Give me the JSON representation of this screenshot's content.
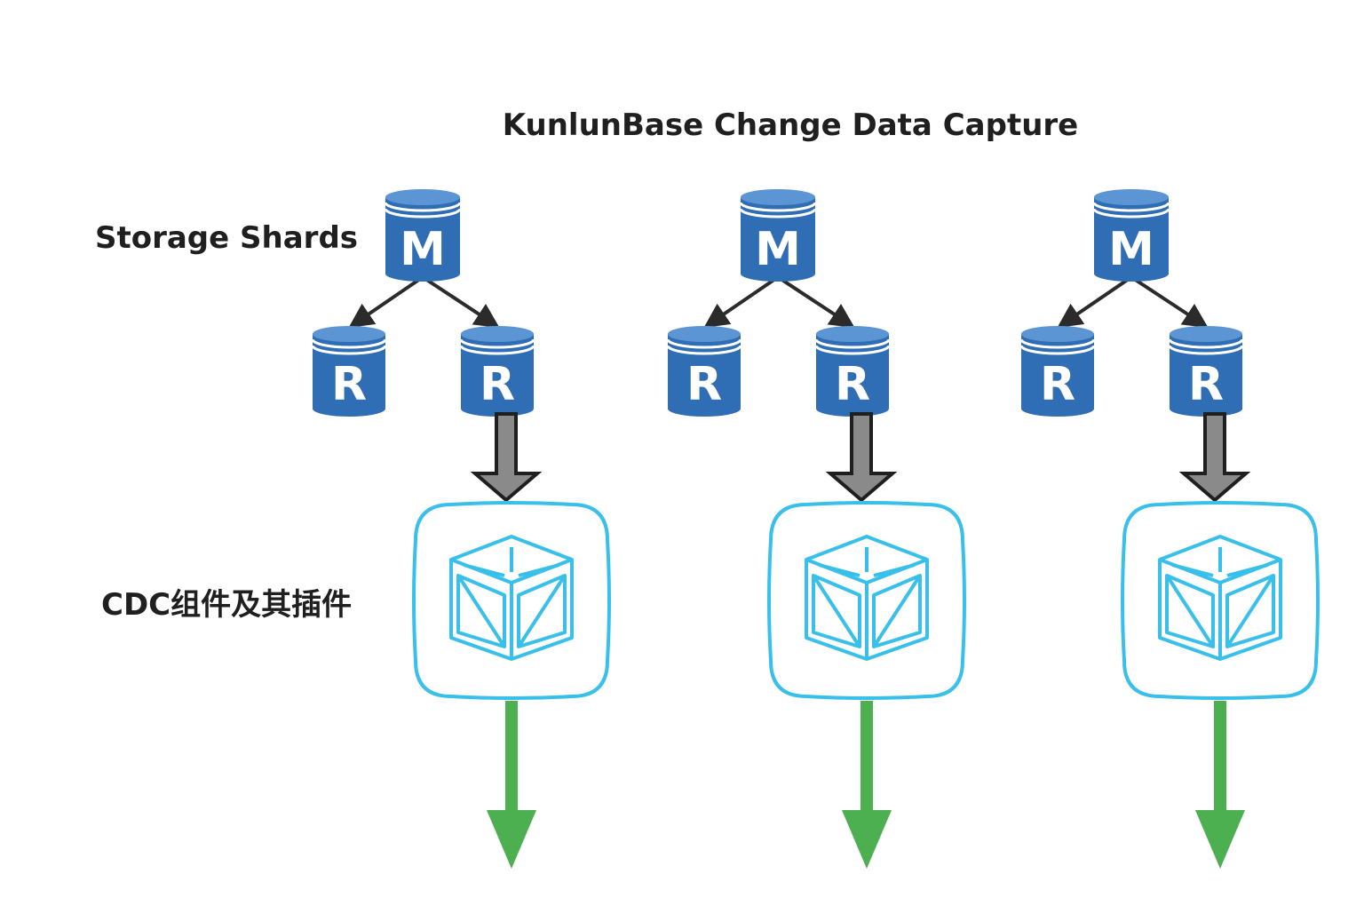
{
  "title": "KunlunBase Change Data Capture",
  "labels": {
    "storage": "Storage Shards",
    "cdc": "CDC组件及其插件"
  },
  "shards": [
    {
      "master": "M",
      "replicas": [
        "R",
        "R"
      ]
    },
    {
      "master": "M",
      "replicas": [
        "R",
        "R"
      ]
    },
    {
      "master": "M",
      "replicas": [
        "R",
        "R"
      ]
    }
  ],
  "colors": {
    "db_body": "#2f6db5",
    "db_top": "#5b95d4",
    "cdc_border": "#39c0ea",
    "cdc_cube": "#39c0ea",
    "replica_arrow": "#2b2b2b",
    "flow_arrow": "#8a8a8a",
    "output_arrow": "#4caf50"
  },
  "icons": {
    "database": "database-icon",
    "cdc": "cube-icon"
  }
}
